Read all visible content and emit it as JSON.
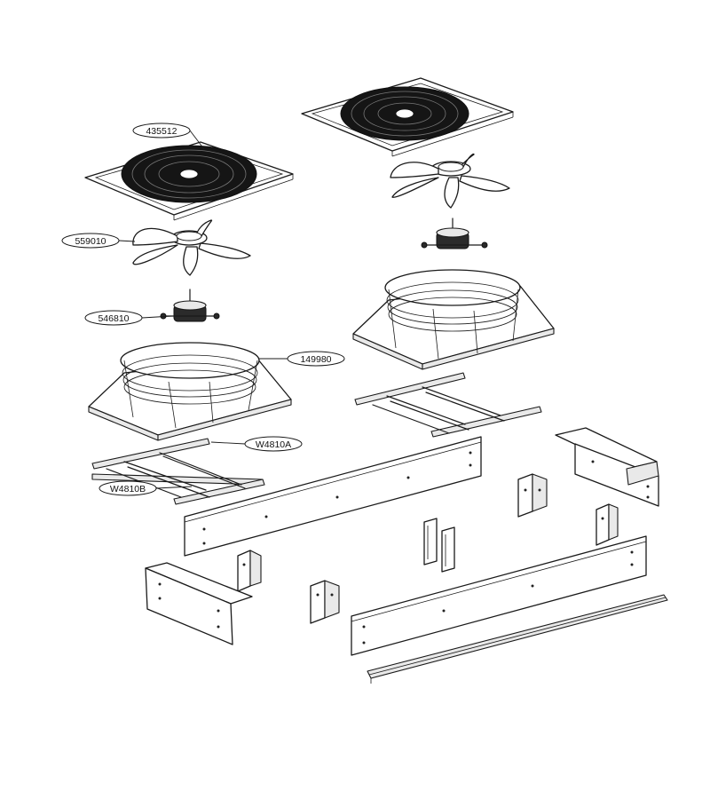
{
  "callouts": {
    "grille": "435512",
    "fan_blade": "559010",
    "motor": "546810",
    "shroud": "149980",
    "rail_a": "W4810A",
    "rail_b": "W4810B"
  }
}
